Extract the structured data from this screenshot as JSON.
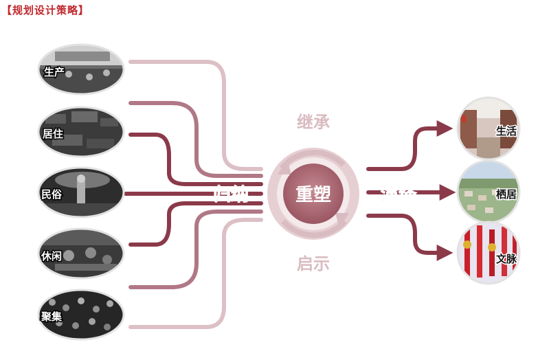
{
  "title": "【规划设计策略】",
  "left_items": [
    {
      "label": "生产"
    },
    {
      "label": "居住"
    },
    {
      "label": "民俗"
    },
    {
      "label": "休闲"
    },
    {
      "label": "聚集"
    }
  ],
  "right_items": [
    {
      "label": "生活"
    },
    {
      "label": "栖居"
    },
    {
      "label": "文脉"
    }
  ],
  "center": {
    "core": "重塑",
    "top": "继承",
    "bottom": "启示",
    "left": "归纳",
    "right": "演绎"
  },
  "colors": {
    "title": "#c0282d",
    "line_dark": "#8b3a4a",
    "line_mid": "#b07886",
    "line_light": "#dcc0c6",
    "core": "#a8646e",
    "ring": "#e6cfd3",
    "label_pink": "#d9bcc2"
  }
}
